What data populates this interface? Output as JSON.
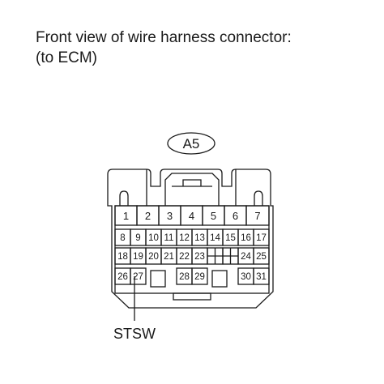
{
  "caption": {
    "line1": "Front view of wire harness connector:",
    "line2": "(to ECM)"
  },
  "connector": {
    "id": "A5",
    "rows": [
      [
        "1",
        "2",
        "3",
        "4",
        "5",
        "6",
        "7"
      ],
      [
        "8",
        "9",
        "10",
        "11",
        "12",
        "13",
        "14",
        "15",
        "16",
        "17"
      ],
      [
        "18",
        "19",
        "20",
        "21",
        "22",
        "23",
        "24",
        "25"
      ],
      [
        "26",
        "27",
        "28",
        "29",
        "30",
        "31"
      ]
    ],
    "callout": {
      "label": "STSW",
      "pin": "27"
    }
  }
}
